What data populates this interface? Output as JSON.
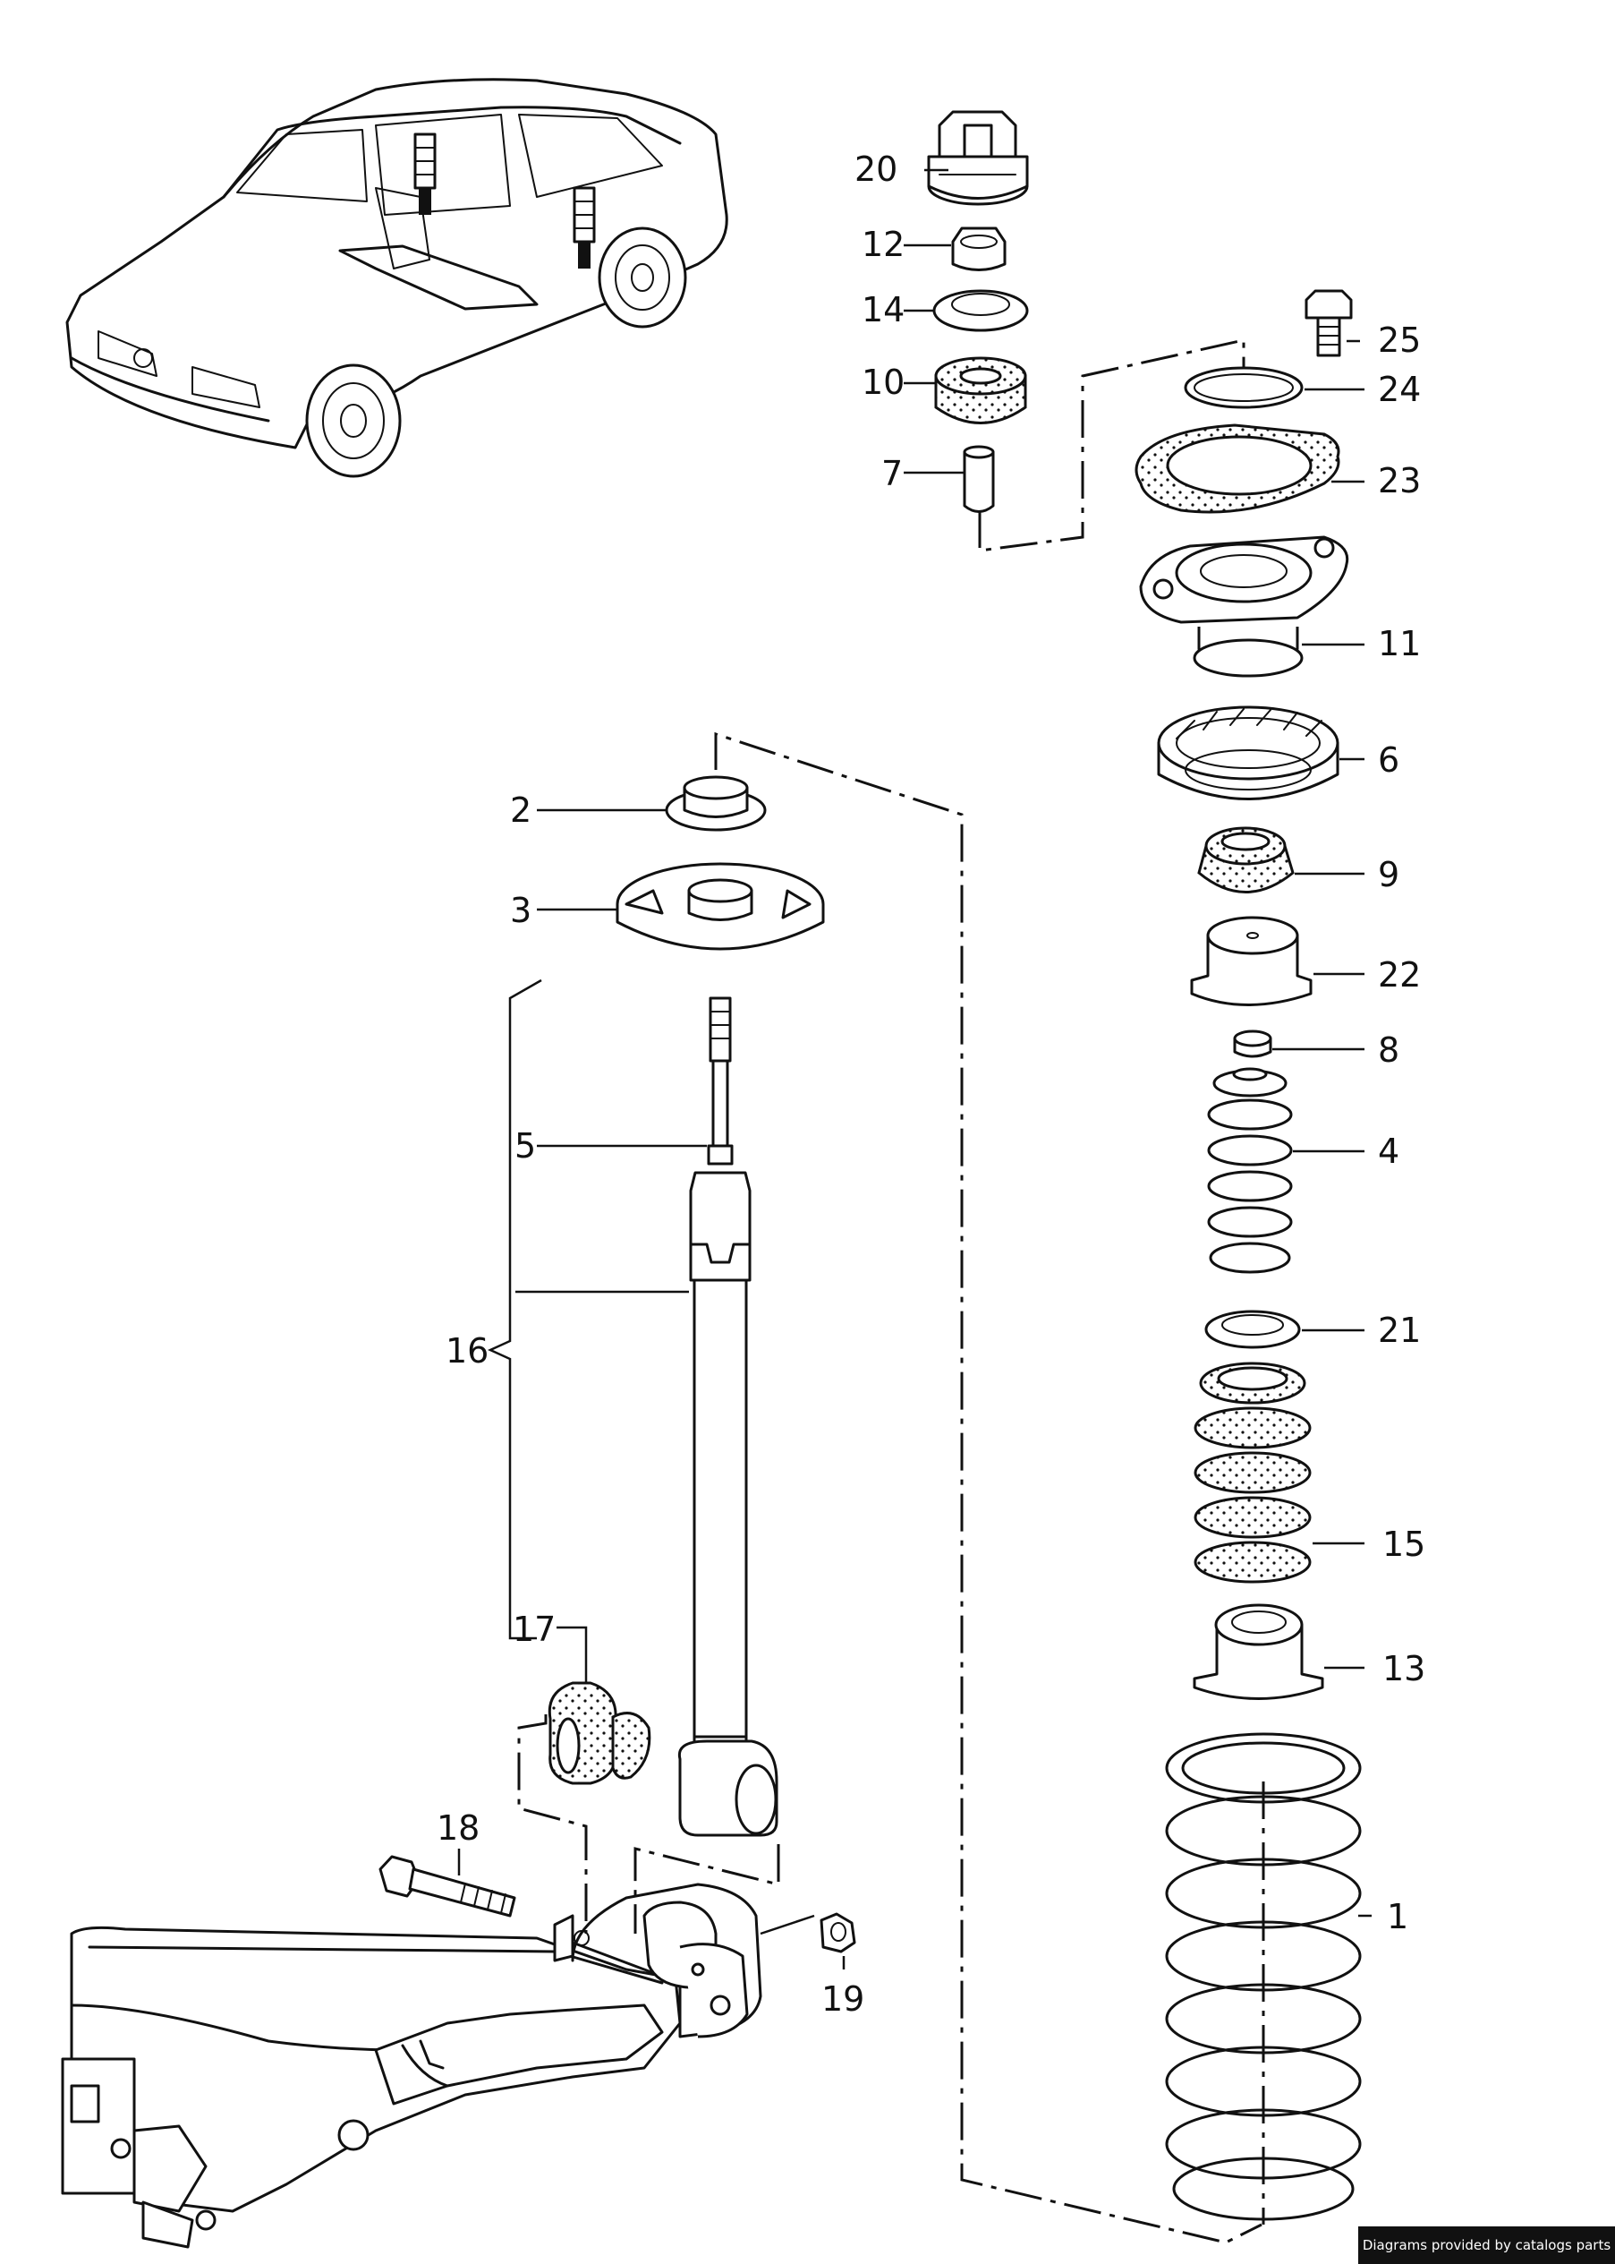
{
  "diagram": {
    "part_numbers": {
      "p1": "1",
      "p2": "2",
      "p3": "3",
      "p4": "4",
      "p5": "5",
      "p6": "6",
      "p7": "7",
      "p8": "8",
      "p9": "9",
      "p10": "10",
      "p11": "11",
      "p12": "12",
      "p13": "13",
      "p14": "14",
      "p15": "15",
      "p16": "16",
      "p17": "17",
      "p18": "18",
      "p19": "19",
      "p20": "20",
      "p21": "21",
      "p22": "22",
      "p23": "23",
      "p24": "24",
      "p25": "25"
    },
    "line_color": "#111111",
    "background_color": "#ffffff"
  },
  "footer": {
    "credit": "Diagrams provided by catalogs parts"
  }
}
